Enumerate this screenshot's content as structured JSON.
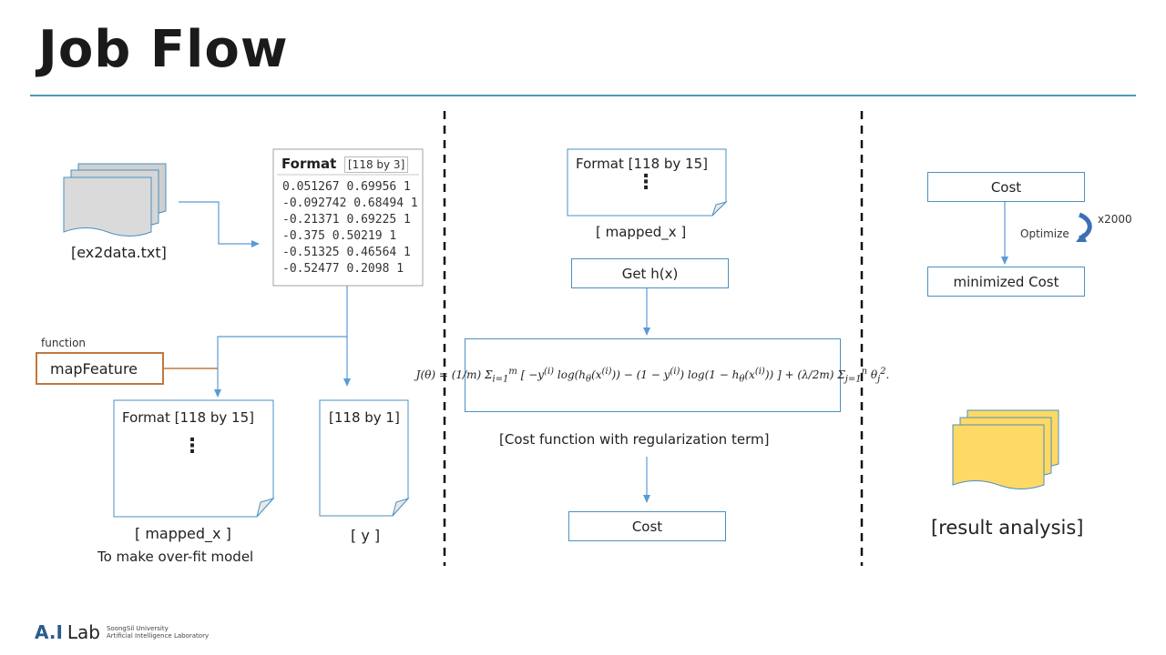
{
  "page": {
    "title": "Job Flow"
  },
  "section1": {
    "input_file_label": "[ex2data.txt]",
    "format_label": "Format",
    "format_dims": "[118 by 3]",
    "data_rows": [
      "0.051267 0.69956 1",
      "-0.092742 0.68494 1",
      "-0.21371 0.69225 1",
      "-0.375 0.50219 1",
      "-0.51325 0.46564 1",
      "-0.52477 0.2098 1"
    ],
    "function_caption": "function",
    "function_name": "mapFeature",
    "mapped_doc_title": "Format [118 by 15]",
    "mapped_doc_dots": "⋮",
    "y_doc_title": "[118 by 1]",
    "mapped_label": "[ mapped_x ]",
    "mapped_note": "To make over-fit model",
    "y_label": "[ y ]"
  },
  "section2": {
    "doc_title": "Format [118 by 15]",
    "doc_dots": "⋮",
    "doc_label": "[ mapped_x ]",
    "hx_box": "Get h(x)",
    "formula_caption": "[Cost function with regularization term]",
    "cost_box": "Cost"
  },
  "section3": {
    "cost_box": "Cost",
    "optimize_label": "Optimize",
    "iterations_label": "x2000",
    "minimized_box": "minimized Cost",
    "result_label": "[result analysis]"
  },
  "logo": {
    "ai": "A.I",
    "lab": "Lab",
    "line1": "SoongSil University",
    "line2": "Artificial Intelligence Laboratory"
  }
}
